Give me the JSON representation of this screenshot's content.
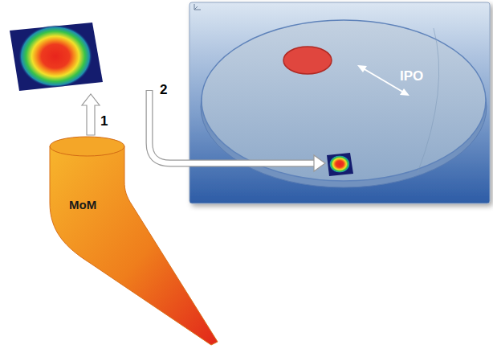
{
  "diagram": {
    "labels": [
      "IPO",
      "2",
      "1",
      "MoM"
    ]
  }
}
